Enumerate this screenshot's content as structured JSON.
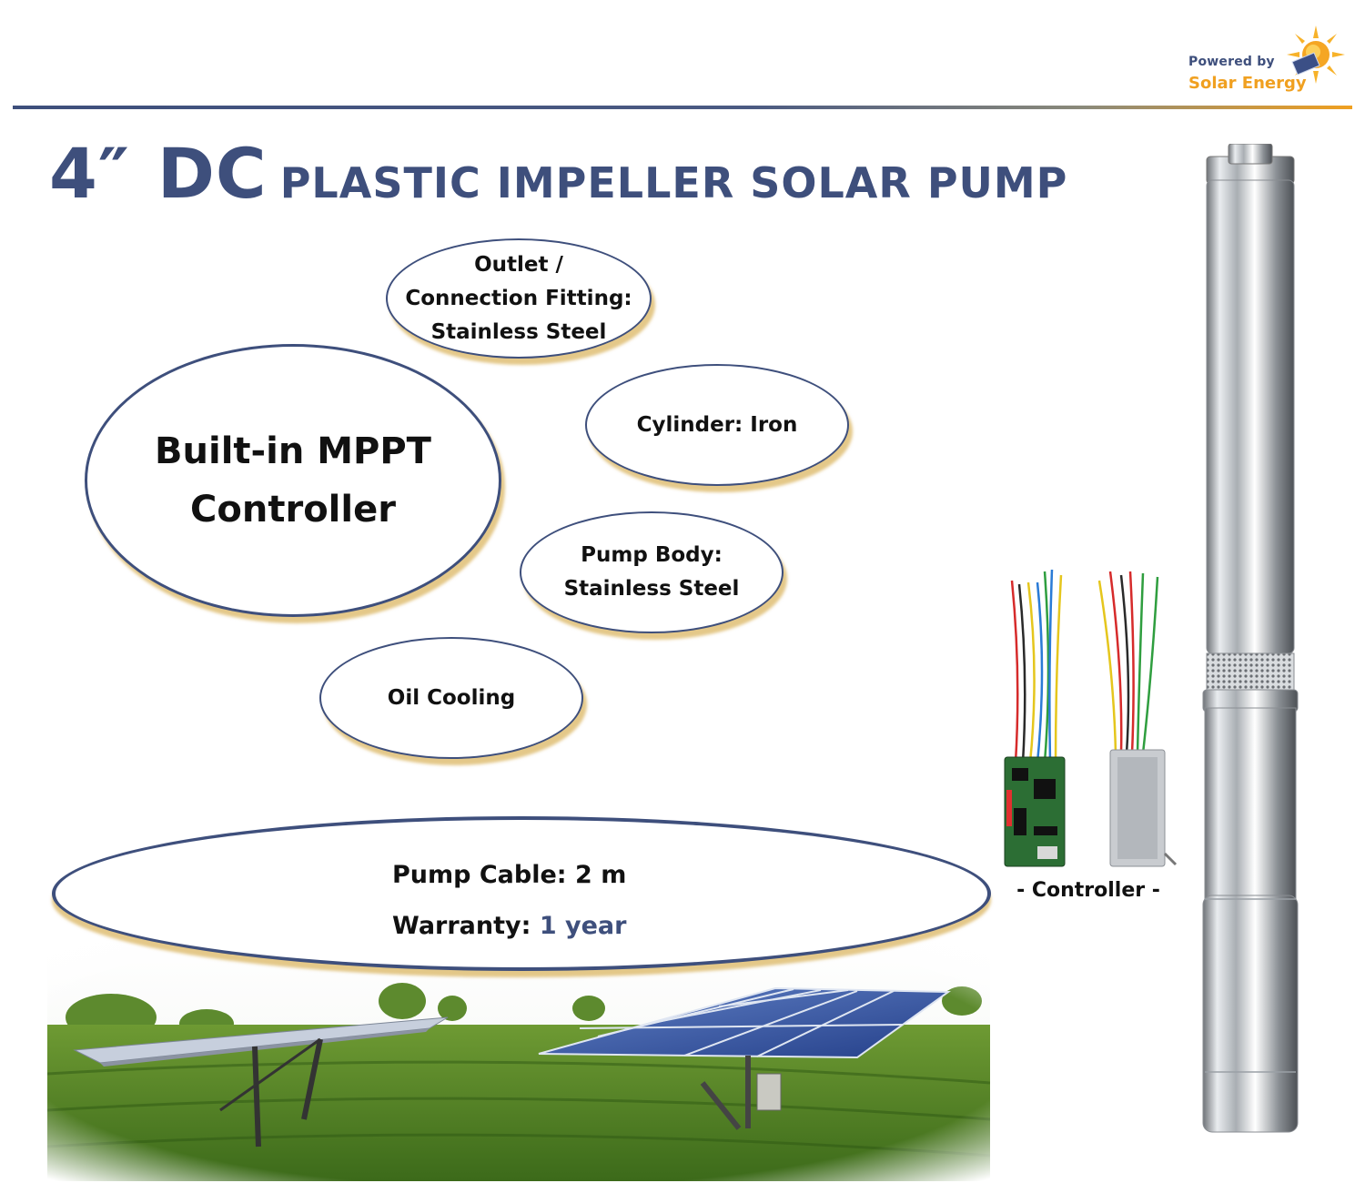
{
  "logo": {
    "powered": "Powered by",
    "solar": "Solar Energy"
  },
  "title": {
    "size": "4″",
    "type": "DC",
    "rest": "PLASTIC IMPELLER SOLAR PUMP"
  },
  "features": {
    "outlet": [
      "Outlet /",
      "Connection Fitting:",
      "Stainless Steel"
    ],
    "mppt": [
      "Built-in MPPT",
      "Controller"
    ],
    "cylinder": "Cylinder: Iron",
    "body": [
      "Pump Body:",
      "Stainless Steel"
    ],
    "cooling": "Oil Cooling"
  },
  "warranty": {
    "cable_label": "Pump Cable:",
    "cable_value": "2 m",
    "warranty_label": "Warranty:",
    "warranty_value": "1 year"
  },
  "controller_caption": "- Controller -",
  "colors": {
    "brand": "#3e4f7c",
    "accent": "#f0a020"
  }
}
